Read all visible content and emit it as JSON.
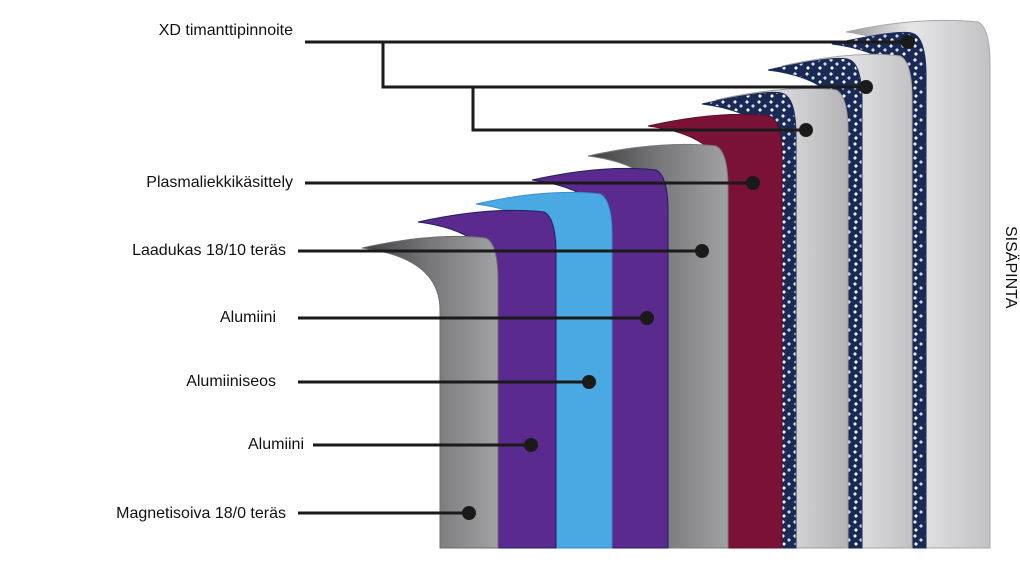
{
  "side_label": "SISÄPINTA",
  "labels": [
    {
      "id": "xd",
      "text": "XD timanttipinnoite"
    },
    {
      "id": "plasma",
      "text": "Plasmaliekkikäsittely"
    },
    {
      "id": "steel1810",
      "text": "Laadukas 18/10 teräs"
    },
    {
      "id": "alu1",
      "text": "Alumiini"
    },
    {
      "id": "alloy",
      "text": "Alumiiniseos"
    },
    {
      "id": "alu2",
      "text": "Alumiini"
    },
    {
      "id": "magsteel",
      "text": "Magnetisoiva 18/0 teräs"
    }
  ],
  "colors": {
    "steel_dark": "#5e5e61",
    "steel_light": "#a9a9ab",
    "purple": "#5a2a8e",
    "navy": "#1f1f5e",
    "light_blue": "#4aa9e3",
    "maroon": "#7a1238",
    "diamond_navy": "#1a2a55",
    "line": "#1a1a1a"
  }
}
